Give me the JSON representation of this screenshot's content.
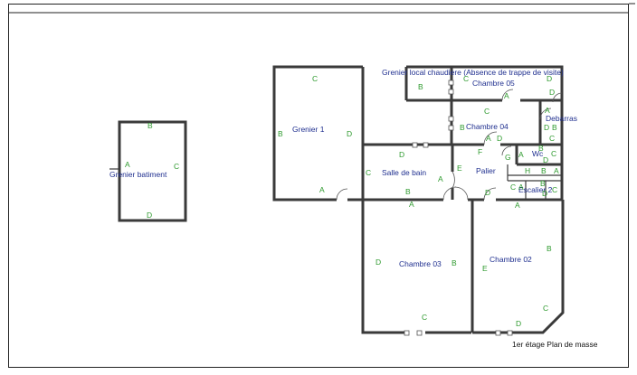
{
  "caption": "1er étage Plan de masse",
  "rooms": {
    "grenier_batiment": "Grenier batiment",
    "grenier_1": "Grenier 1",
    "grenier_local": "Grenier local chaudiere (Absence de trappe de visite)",
    "chambre_05": "Chambre 05",
    "chambre_04": "Chambre 04",
    "debarras": "Debarras",
    "salle_de_bain": "Salle de bain",
    "palier": "Palier",
    "wc": "Wc",
    "escalier_2": "Escalier 2",
    "chambre_03": "Chambre 03",
    "chambre_02": "Chambre 02"
  },
  "wall_letters": {
    "gb": [
      "B",
      "A",
      "C",
      "D"
    ],
    "g1": [
      "C",
      "B",
      "D",
      "A"
    ],
    "c05": [
      "B",
      "C",
      "A",
      "D",
      "D"
    ],
    "c04": [
      "C",
      "B",
      "A",
      "D"
    ],
    "deb": [
      "A",
      "D",
      "B",
      "C"
    ],
    "sdb": [
      "D",
      "C",
      "A",
      "B",
      "A"
    ],
    "pal": [
      "F",
      "E",
      "D",
      "G"
    ],
    "wc": [
      "B",
      "A",
      "C",
      "D",
      "H",
      "B",
      "A"
    ],
    "esc": [
      "C",
      "A",
      "B",
      "D",
      "C"
    ],
    "esc_a": "A",
    "c03": [
      "D",
      "B",
      "C"
    ],
    "c02": [
      "B",
      "E",
      "C",
      "D"
    ]
  },
  "colors": {
    "room_labels": "#1f2f8f",
    "wall_letters": "#2e9a2e",
    "walls": "#3a3a3a"
  }
}
